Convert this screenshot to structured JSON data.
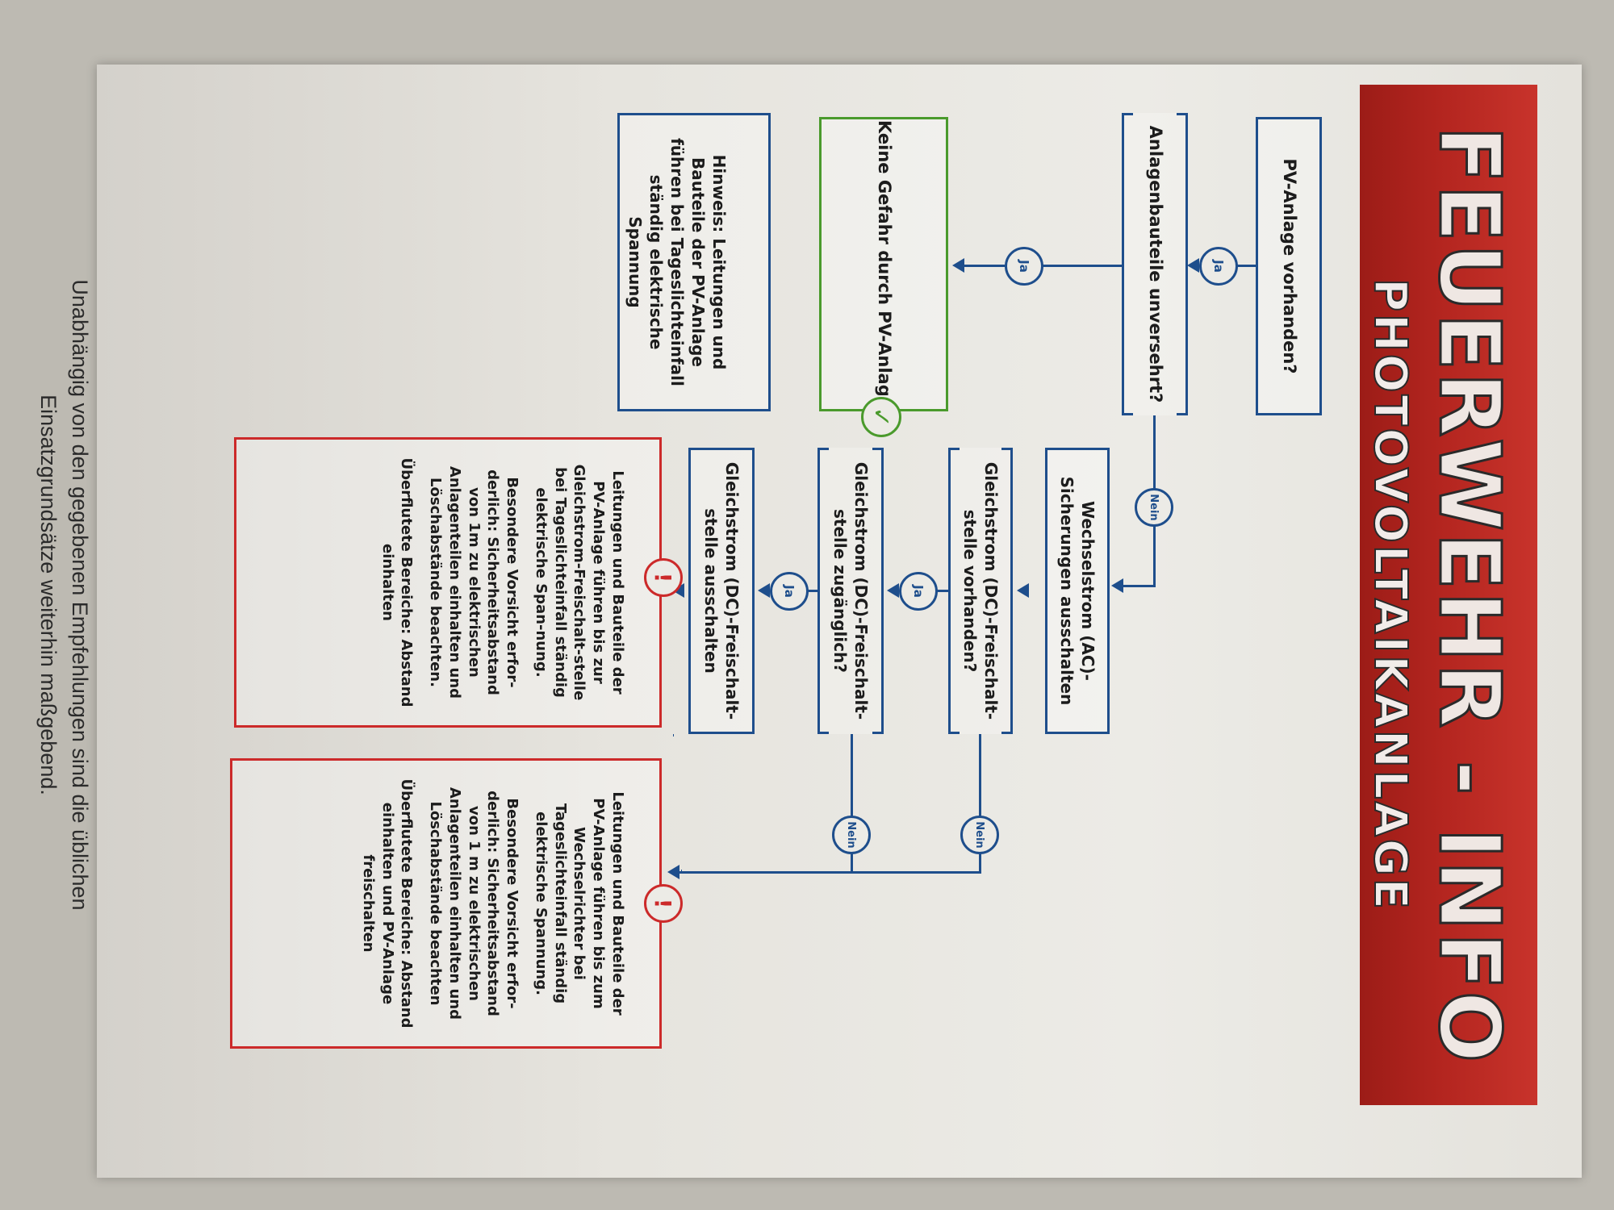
{
  "header": {
    "title": "FEUERWEHR - INFO",
    "subtitle": "PHOTOVOLTAIKANLAGE"
  },
  "flow": {
    "q_pv_present": "PV-Anlage vorhanden?",
    "q_intact": "Anlagenbauteile unversehrt?",
    "ac_off": "Wechselstrom (AC)-Sicherungen ausschalten",
    "q_dc_present": "Gleichstrom (DC)-Freischalt-stelle vorhanden?",
    "q_dc_accessible": "Gleichstrom (DC)-Freischalt-stelle zugänglich?",
    "dc_off": "Gleichstrom (DC)-Freischalt-stelle ausschalten",
    "no_danger": "Keine Gefahr durch PV-Anlage",
    "note": "Hinweis: Leitungen und Bauteile der PV-Anlage führen bei Tageslichteinfall ständig elektrische Spannung"
  },
  "labels": {
    "yes": "Ja",
    "no": "Nein",
    "alert_symbol": "!",
    "check_symbol": "✓"
  },
  "warning_dc": {
    "p1": "Leitungen und Bauteile der PV-Anlage führen bis zur Gleichstrom-Freischalt-stelle bei Tageslichteinfall ständig elektrische Span-nung.",
    "p2": "Besondere Vorsicht erfor-derlich: Sicherheitsabstand von 1m zu elektrischen Anlagenteilen einhalten und Löschabstände beachten.",
    "p3": "Überflutete Bereiche: Abstand einhalten"
  },
  "warning_inverter": {
    "p1": "Leitungen und Bauteile der PV-Anlage führen bis zum Wechselrichter bei Tageslichteinfall ständig elektrische Spannung.",
    "p2": "Besondere Vorsicht erfor-derlich: Sicherheitsabstand von 1 m zu elektrischen Anlagenteilen einhalten und Löschabstände beachten",
    "p3": "Überflutete Bereiche: Abstand einhalten und PV-Anlage freischalten"
  },
  "footer": {
    "line1": "Unabhängig von den gegebenen Empfehlungen sind die üblichen",
    "line2": "Einsatzgrundsätze weiterhin maßgebend."
  },
  "colors": {
    "banner": "#b3251f",
    "flow_blue": "#1e4e8c",
    "ok_green": "#4a9a2c",
    "warning_red": "#cc2a2a"
  }
}
